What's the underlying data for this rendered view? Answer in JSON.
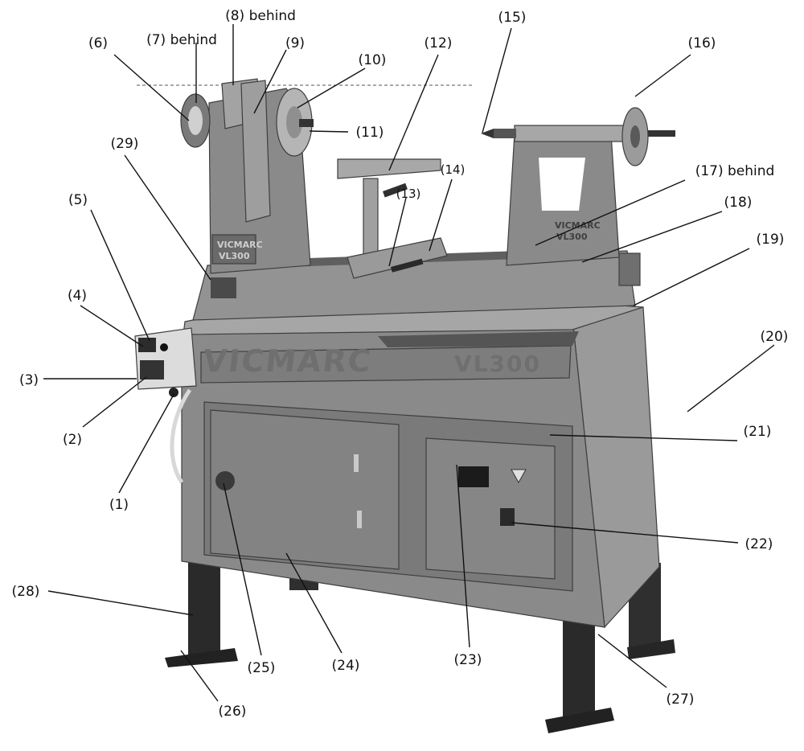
{
  "callouts": [
    {
      "id": "c1",
      "text": "(1)"
    },
    {
      "id": "c2",
      "text": "(2)"
    },
    {
      "id": "c3",
      "text": "(3)"
    },
    {
      "id": "c4",
      "text": "(4)"
    },
    {
      "id": "c5",
      "text": "(5)"
    },
    {
      "id": "c6",
      "text": "(6)"
    },
    {
      "id": "c7",
      "text": "(7) behind"
    },
    {
      "id": "c8",
      "text": "(8) behind"
    },
    {
      "id": "c9",
      "text": "(9)"
    },
    {
      "id": "c10",
      "text": "(10)"
    },
    {
      "id": "c11",
      "text": "(11)"
    },
    {
      "id": "c12",
      "text": "(12)"
    },
    {
      "id": "c13",
      "text": "(13)"
    },
    {
      "id": "c14",
      "text": "(14)"
    },
    {
      "id": "c15",
      "text": "(15)"
    },
    {
      "id": "c16",
      "text": "(16)"
    },
    {
      "id": "c17",
      "text": "(17) behind"
    },
    {
      "id": "c18",
      "text": "(18)"
    },
    {
      "id": "c19",
      "text": "(19)"
    },
    {
      "id": "c20",
      "text": "(20)"
    },
    {
      "id": "c21",
      "text": "(21)"
    },
    {
      "id": "c22",
      "text": "(22)"
    },
    {
      "id": "c23",
      "text": "(23)"
    },
    {
      "id": "c24",
      "text": "(24)"
    },
    {
      "id": "c25",
      "text": "(25)"
    },
    {
      "id": "c26",
      "text": "(26)"
    },
    {
      "id": "c27",
      "text": "(27)"
    },
    {
      "id": "c28",
      "text": "(28)"
    },
    {
      "id": "c29",
      "text": "(29)"
    }
  ],
  "machine_branding": {
    "front_logo": "VICMARC",
    "front_model": "VL300",
    "headstock_logo": "VICMARC",
    "headstock_model": "VL300",
    "tailstock_logo": "VICMARC",
    "tailstock_model": "VL300"
  },
  "colors": {
    "machine_body": "#8a8a8a",
    "machine_dark": "#5e5e5e",
    "legs": "#2a2a2a",
    "leader_lines": "#111111"
  }
}
